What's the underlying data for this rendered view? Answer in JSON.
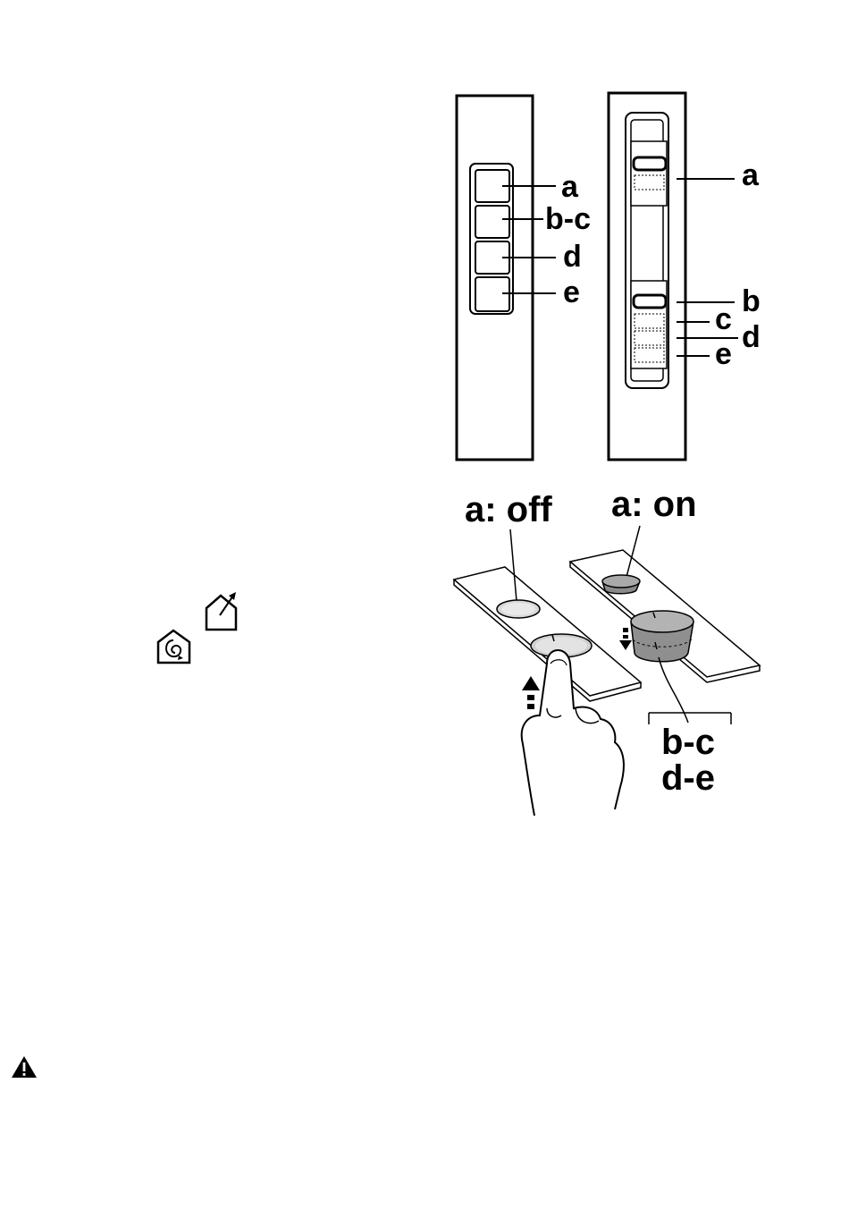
{
  "panel_left": {
    "labels": [
      "a",
      "b-c",
      "d",
      "e"
    ]
  },
  "panel_right": {
    "labels": [
      "a",
      "b",
      "c",
      "d",
      "e"
    ]
  },
  "bottom": {
    "off_label": "a: off",
    "on_label": "a: on",
    "group_line1": "b-c",
    "group_line2": "d-e"
  },
  "icons": {
    "extraction": "house-extraction-icon",
    "recirculation": "house-recirculation-icon",
    "warning": "warning-icon"
  }
}
